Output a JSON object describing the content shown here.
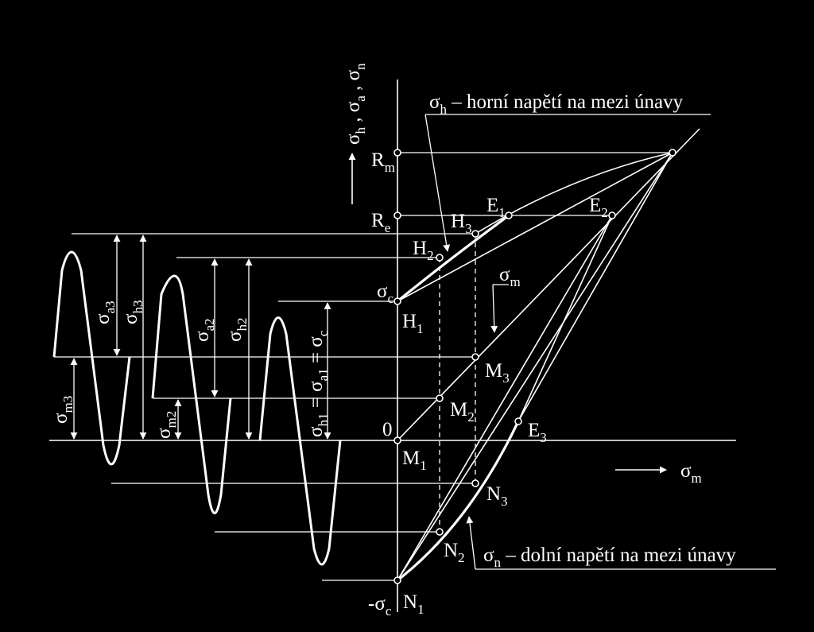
{
  "axes": {
    "vertical": {
      "sigma": "σ",
      "h": "h",
      "a": "a",
      "n": "n",
      "sep": " , "
    },
    "horizontal": {
      "sigma": "σ",
      "sub": "m"
    }
  },
  "points": {
    "Rm": {
      "main": "R",
      "sub": "m"
    },
    "Re": {
      "main": "R",
      "sub": "e"
    },
    "sigma_c": {
      "main": "σ",
      "sub": "c"
    },
    "zero": "0",
    "minus_sigma_c": {
      "prefix": "-σ",
      "sub": "c"
    },
    "H1": {
      "main": "H",
      "sub": "1"
    },
    "H2": {
      "main": "H",
      "sub": "2"
    },
    "H3": {
      "main": "H",
      "sub": "3"
    },
    "E1": {
      "main": "E",
      "sub": "1"
    },
    "E2": {
      "main": "E",
      "sub": "2"
    },
    "E3": {
      "main": "E",
      "sub": "3"
    },
    "M1": {
      "main": "M",
      "sub": "1"
    },
    "M2": {
      "main": "M",
      "sub": "2"
    },
    "M3": {
      "main": "M",
      "sub": "3"
    },
    "N1": {
      "main": "N",
      "sub": "1"
    },
    "N2": {
      "main": "N",
      "sub": "2"
    },
    "N3": {
      "main": "N",
      "sub": "3"
    }
  },
  "curves": {
    "upper": {
      "sigma": "σ",
      "sub": "h",
      "text": " – horní napětí na mezi únavy"
    },
    "lower": {
      "sigma": "σ",
      "sub": "n",
      "text": " – dolní napětí na mezi únavy"
    },
    "mean": {
      "sigma": "σ",
      "sub": "m"
    }
  },
  "dimensions": {
    "sa3": {
      "sigma": "σ",
      "sub": "a3"
    },
    "sh3": {
      "sigma": "σ",
      "sub": "h3"
    },
    "sm3": {
      "sigma": "σ",
      "sub": "m3"
    },
    "sa2": {
      "sigma": "σ",
      "sub": "a2"
    },
    "sh2": {
      "sigma": "σ",
      "sub": "h2"
    },
    "sm2": {
      "sigma": "σ",
      "sub": "m2"
    },
    "cycle1": {
      "s1": "σ",
      "sub1": "h1",
      "eq1": " = ",
      "s2": "σ",
      "sub2": "a1",
      "eq2": " = ",
      "s3": "σ",
      "sub3": "c"
    }
  }
}
